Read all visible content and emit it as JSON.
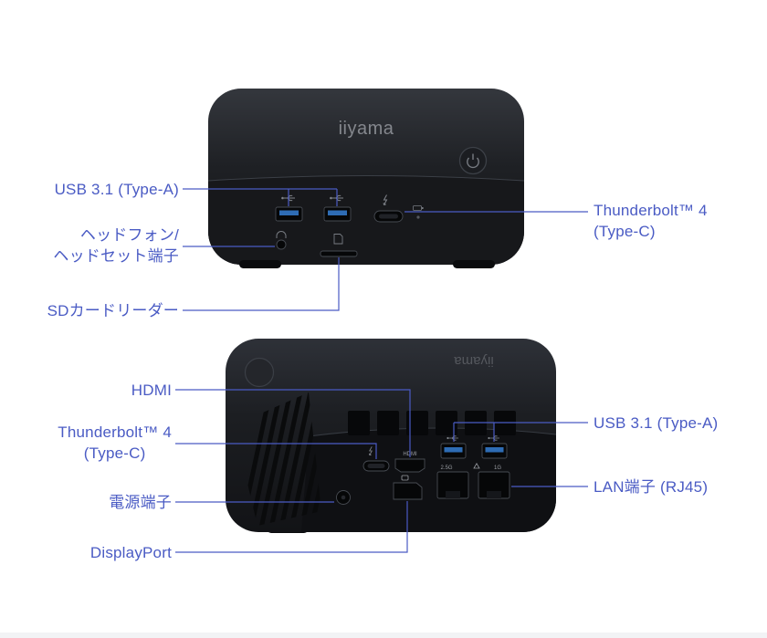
{
  "colors": {
    "accent": "#4a5bc4",
    "usb_blue": "#2e6cb4",
    "body_dark": "#17181b",
    "background": "#ffffff"
  },
  "logo_text": "iiyama",
  "front_view": {
    "labels": {
      "usb": "USB 3.1 (Type-A)",
      "headphone_1": "ヘッドフォン/",
      "headphone_2": "ヘッドセット端子",
      "sd": "SDカードリーダー",
      "thunderbolt_1": "Thunderbolt™ 4",
      "thunderbolt_2": "(Type-C)"
    }
  },
  "rear_view": {
    "labels": {
      "hdmi": "HDMI",
      "thunderbolt_1": "Thunderbolt™ 4",
      "thunderbolt_2": "(Type-C)",
      "power": "電源端子",
      "displayport": "DisplayPort",
      "usb": "USB 3.1 (Type-A)",
      "lan": "LAN端子 (RJ45)"
    },
    "port_marks": {
      "hdmi": "HDMI",
      "lan_left": "2.5G",
      "lan_right": "1G"
    }
  }
}
